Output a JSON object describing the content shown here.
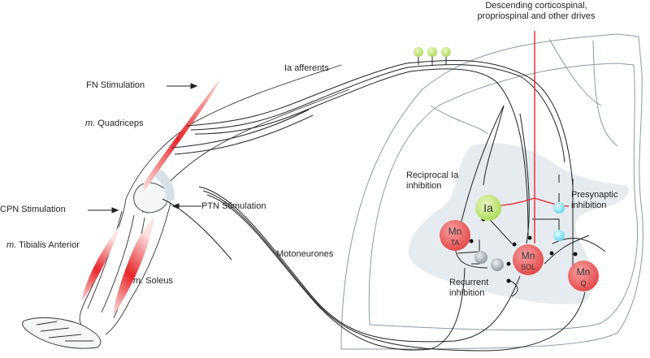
{
  "labels": {
    "fn_stimulation": "FN Stimulation",
    "quadriceps_prefix": "m.",
    "quadriceps": "Quadriceps",
    "cpn_stimulation": "CPN Stimulation",
    "ptn_stimulation": "PTN Stimulation",
    "tibialis_prefix": "m.",
    "tibialis": "Tibialis Anterior",
    "soleus_prefix": "m.",
    "soleus": "Soleus",
    "ia_afferents": "Ia afferents",
    "motoneurones": "Motoneurones",
    "descending_line1": "Descending corticospinal,",
    "descending_line2": "propriospinal and other drives",
    "reciprocal_line1": "Reciprocal Ia",
    "reciprocal_line2": "inhibition",
    "presynaptic_line1": "Presynaptic",
    "presynaptic_line2": "inhibition",
    "recurrent_line1": "Recurrent",
    "recurrent_line2": "inhibition"
  },
  "neurons": {
    "ia": "Ia",
    "mn_ta": {
      "top": "Mn",
      "sub": "TA"
    },
    "mn_sol": {
      "top": "Mn",
      "sub": "SOL"
    },
    "mn_q": {
      "top": "Mn",
      "sub": "Q"
    }
  },
  "colors": {
    "muscle_red": "#e8262a",
    "motoneuron_fill": "#ef6a6a",
    "ia_interneuron_fill": "#c8e87a",
    "presynaptic_fill": "#8fe4f0",
    "renshaw_fill": "#a9b3b8",
    "descending_red": "#e8262a",
    "grey_matter": "#e6ebef",
    "cord_outline": "#8a9aa3",
    "ganglion_green": "#c6ea86"
  }
}
